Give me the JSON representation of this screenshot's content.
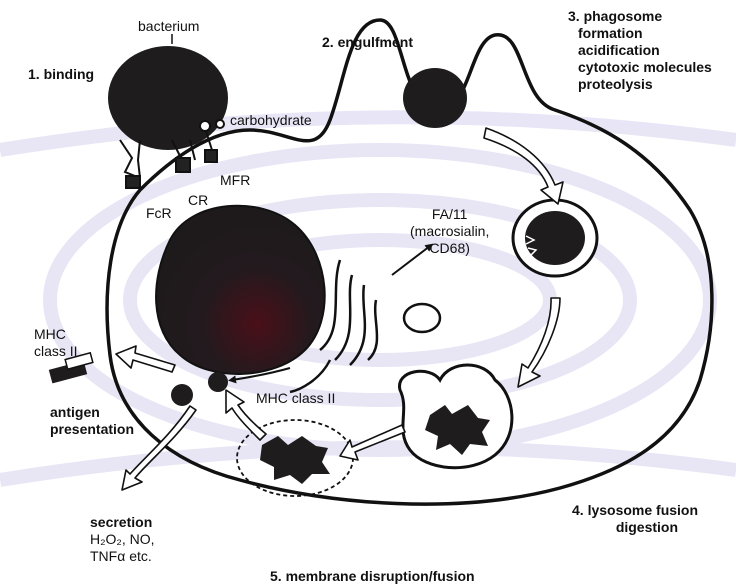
{
  "labels": {
    "bacterium": "bacterium",
    "binding": "1. binding",
    "engulfment": "2. engulfment",
    "phagosome": [
      "3. phagosome",
      "formation",
      "acidification",
      "cytotoxic molecules",
      "proteolysis"
    ],
    "carbohydrate": "carbohydrate",
    "fcr": "FcR",
    "cr": "CR",
    "mfr": "MFR",
    "fa11": [
      "FA/11",
      "(macrosialin,",
      "CD68)"
    ],
    "mhc_class_ii_surface": [
      "MHC",
      "class II"
    ],
    "antigen_presentation": [
      "antigen",
      "presentation"
    ],
    "mhc_class_ii_inner": "MHC class II",
    "secretion": [
      "secretion",
      "H₂O₂, NO,",
      "TNFα etc."
    ],
    "lysosome_fusion": [
      "4. lysosome fusion",
      "digestion"
    ],
    "membrane_disruption": "5. membrane disruption/fusion"
  },
  "colors": {
    "background": "#ffffff",
    "watermark": "#e6e3f5",
    "ink": "#111111",
    "nucleus": "#1e1a1c",
    "nucleolus": "#3a0d14"
  }
}
